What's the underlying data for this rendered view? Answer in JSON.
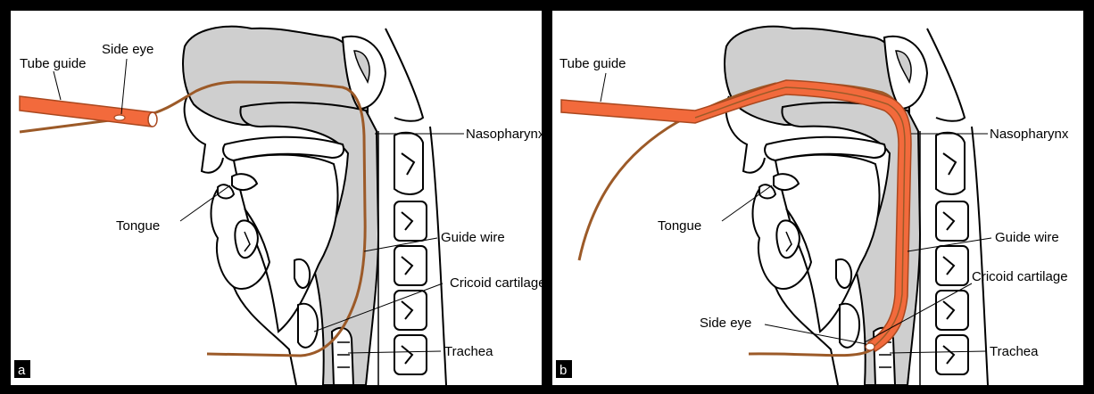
{
  "panels": [
    {
      "letter": "a",
      "labels": {
        "tube_guide": "Tube guide",
        "side_eye": "Side eye",
        "nasopharynx": "Nasopharynx",
        "tongue": "Tongue",
        "guide_wire": "Guide wire",
        "cricoid": "Cricoid cartilage",
        "trachea": "Trachea"
      }
    },
    {
      "letter": "b",
      "labels": {
        "tube_guide": "Tube guide",
        "side_eye": "Side eye",
        "nasopharynx": "Nasopharynx",
        "tongue": "Tongue",
        "guide_wire": "Guide wire",
        "cricoid": "Cricoid cartilage",
        "trachea": "Trachea"
      }
    }
  ],
  "colors": {
    "tube": "#f26a3c",
    "tube_edge": "#a9481f",
    "wire": "#9c5a28",
    "airway_fill": "#cfcfcf",
    "outline": "#000000",
    "background": "#ffffff",
    "frame": "#000000"
  }
}
